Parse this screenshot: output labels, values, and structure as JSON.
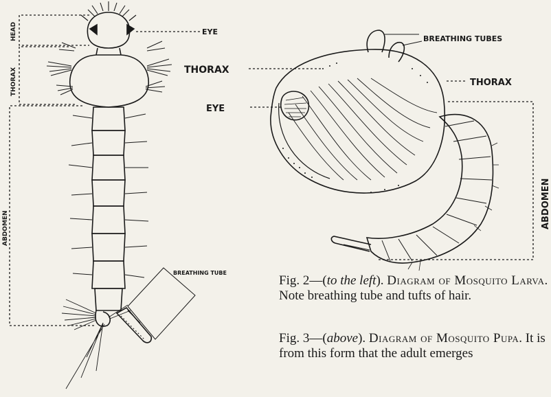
{
  "labels": {
    "head": "HEAD",
    "thorax_larva": "THORAX",
    "abdomen_larva": "ABDOMEN",
    "eye_larva": "EYE",
    "breathing_tube_larva": "BREATHING TUBE",
    "thorax_pupa": "THORAX",
    "eye_pupa": "EYE",
    "breathing_tubes_pupa": "BREATHING TUBES",
    "thorax_right": "THORAX",
    "abdomen_pupa": "ABDOMEN"
  },
  "captions": {
    "fig2": {
      "prefix": "Fig. 2—(",
      "italic": "to the left",
      "suffix": "). ",
      "sc": "Diagram of Mosquito Larva",
      "rest": ". Note breathing tube and tufts of hair."
    },
    "fig3": {
      "prefix": "Fig. 3—(",
      "italic": "above",
      "suffix": "). ",
      "sc": "Diagram of Mosquito Pupa",
      "rest": ". It is from this form that the adult emerges"
    }
  }
}
